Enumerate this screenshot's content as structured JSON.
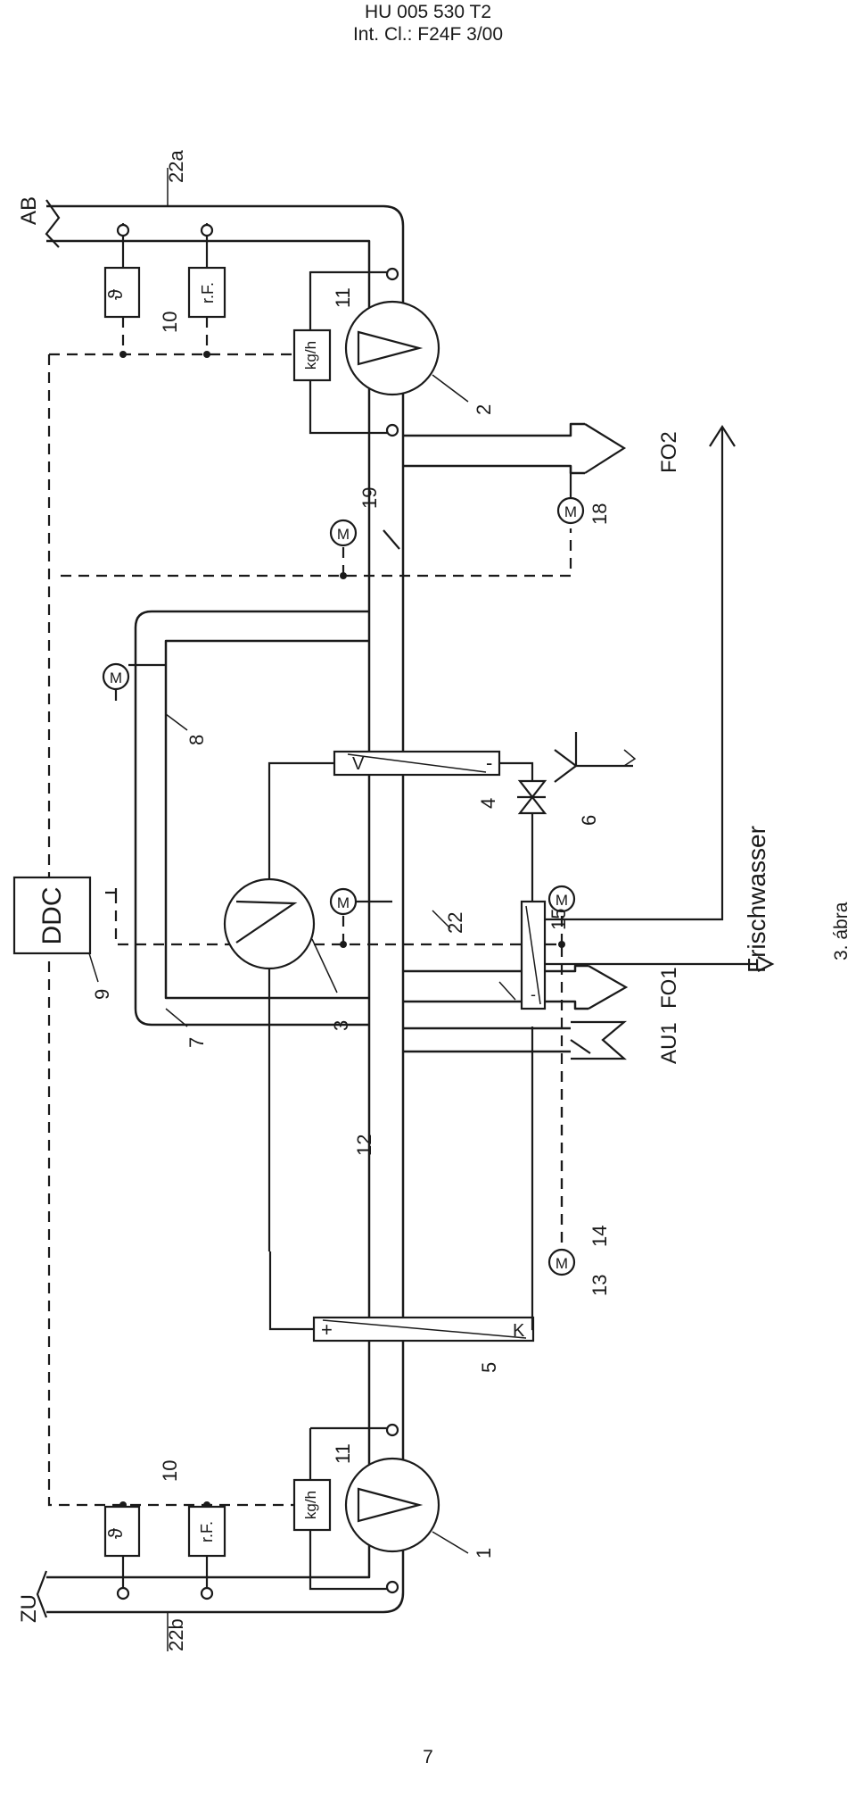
{
  "header": {
    "line1": "HU 005 530 T2",
    "line2": "Int. Cl.: F24F 3/00"
  },
  "page_number": "7",
  "figure_caption": "3. ábra",
  "labels": {
    "ab": "AB",
    "zu": "ZU",
    "au1": "AU1",
    "fo1": "FO1",
    "fo2": "FO2",
    "ddc": "DDC",
    "frischwasser": "Frischwasser",
    "motor": "M",
    "theta": "ϑ",
    "rf": "r.F.",
    "kgh": "kg/h",
    "plus": "+",
    "minus": "-",
    "v": "V",
    "k": "K"
  },
  "refs": {
    "r1": "1",
    "r2": "2",
    "r3": "3",
    "r4": "4",
    "r5": "5",
    "r6": "6",
    "r7": "7",
    "r8": "8",
    "r9": "9",
    "r10a": "10",
    "r10b": "10",
    "r11a": "11",
    "r11b": "11",
    "r12": "12",
    "r13": "13",
    "r14": "14",
    "r15": "15",
    "r18": "18",
    "r19": "19",
    "r22": "22",
    "r22a": "22a",
    "r22b": "22b"
  }
}
